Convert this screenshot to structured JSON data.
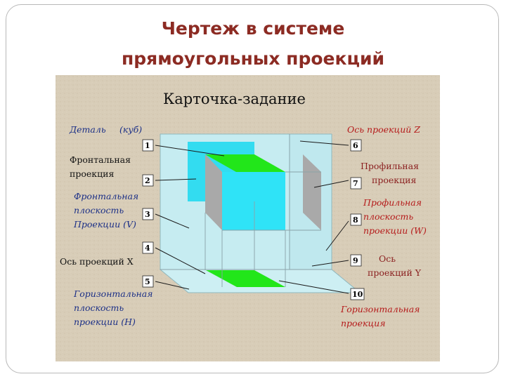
{
  "slide": {
    "title_line1": "Чертеж в системе",
    "title_line2": "прямоугольных проекций"
  },
  "card": {
    "heading": "Карточка-задание",
    "labels": {
      "detail": "Деталь",
      "detail_note": "(куб)",
      "front_proj_1": "Фронтальная",
      "front_proj_2": "проекция",
      "front_plane_1": "Фронтальная",
      "front_plane_2": "плоскость",
      "front_plane_3": "Проекции (V)",
      "axis_x": "Ось проекций X",
      "horiz_plane_1": "Горизонтальная",
      "horiz_plane_2": "плоскость",
      "horiz_plane_3": "проекции (H)",
      "axis_z": "Ось проекций Z",
      "profile_proj_1": "Профильная",
      "profile_proj_2": "проекция",
      "profile_plane_1": "Профильная",
      "profile_plane_2": "плоскость",
      "profile_plane_3": "проекции (W)",
      "axis_y_1": "Ось",
      "axis_y_2": "проекций Y",
      "horiz_proj_1": "Горизонтальная",
      "horiz_proj_2": "проекция"
    },
    "numbers": [
      "1",
      "2",
      "3",
      "4",
      "5",
      "6",
      "7",
      "8",
      "9",
      "10"
    ]
  },
  "colors": {
    "title": "#8c2b23",
    "panel_bg": "#d8cdb8",
    "front_face": "#2fe3f7",
    "top_face": "#22e61a",
    "side_face": "#a9a9a9",
    "plane": "#c6ecf1",
    "label_blue": "#1b2f86",
    "label_red": "#b51a1a"
  }
}
